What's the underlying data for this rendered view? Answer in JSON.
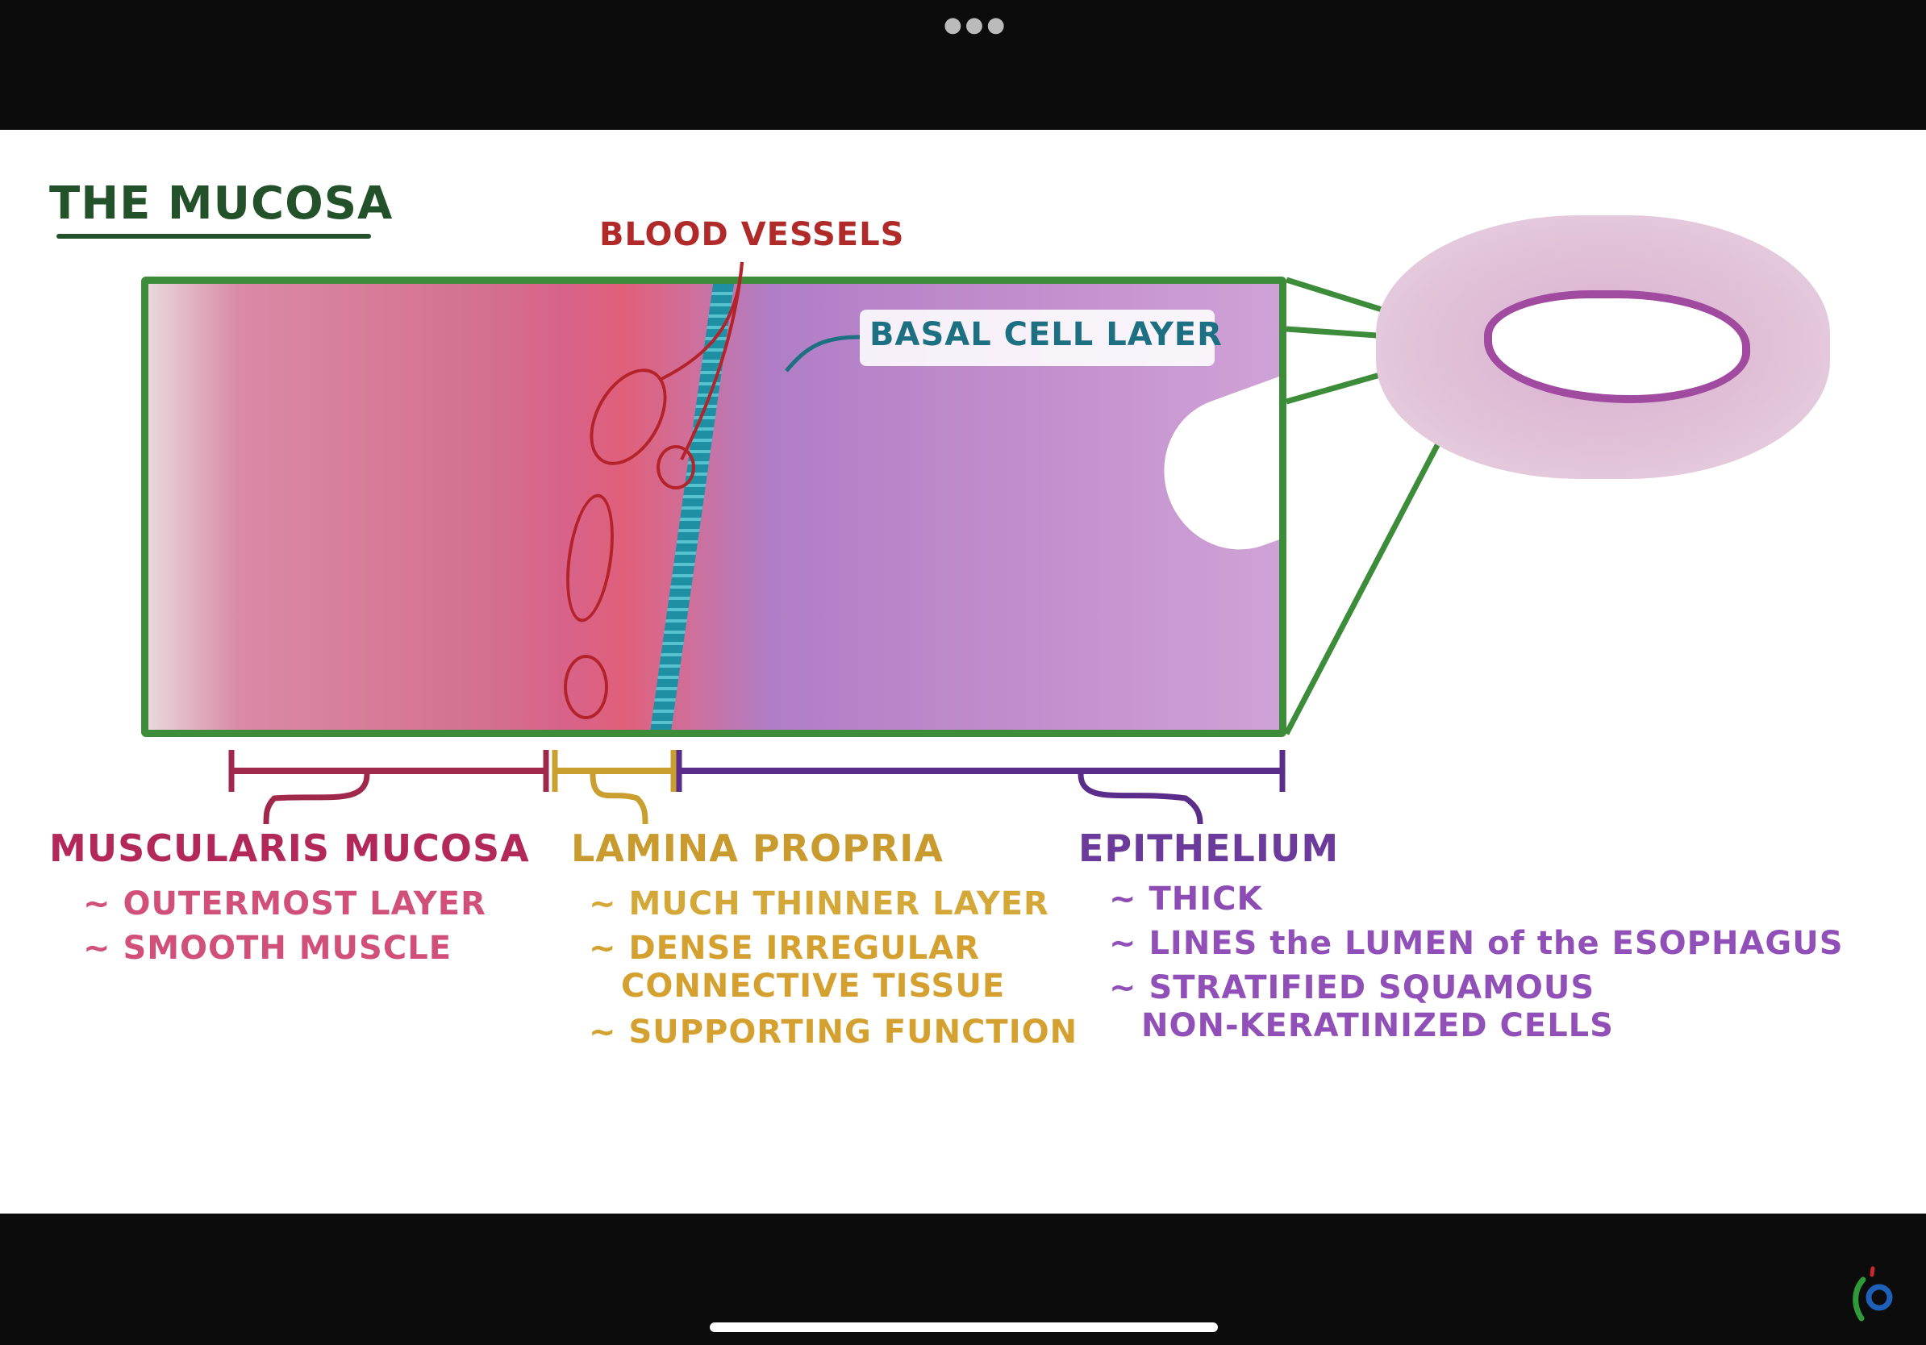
{
  "title": "THE MUCOSA",
  "labels": {
    "blood_vessels": "BLOOD VESSELS",
    "basal_cell_layer": "BASAL CELL LAYER"
  },
  "sections": [
    {
      "heading": "MUSCULARIS MUCOSA",
      "color": "#b3285a",
      "items": [
        "~ OUTERMOST LAYER",
        "~ SMOOTH MUSCLE"
      ]
    },
    {
      "heading": "LAMINA PROPRIA",
      "color": "#c99a2e",
      "items": [
        "~ MUCH THINNER LAYER",
        "~ DENSE IRREGULAR",
        "CONNECTIVE TISSUE",
        "~ SUPPORTING FUNCTION"
      ]
    },
    {
      "heading": "EPITHELIUM",
      "color": "#6b3a9a",
      "items": [
        "~ THICK",
        "~ LINES the LUMEN of the ESOPHAGUS",
        "~ STRATIFIED SQUAMOUS",
        "NON-KERATINIZED CELLS"
      ]
    }
  ],
  "colors": {
    "frame": "#3c8c3a",
    "muscularis": "#a0284a",
    "lamina": "#c9a030",
    "epithelium": "#5b2d8a",
    "basal": "#1d6f82"
  },
  "system": {
    "menu_icon": "more-dots-icon",
    "logo": "app-logo-icon"
  }
}
